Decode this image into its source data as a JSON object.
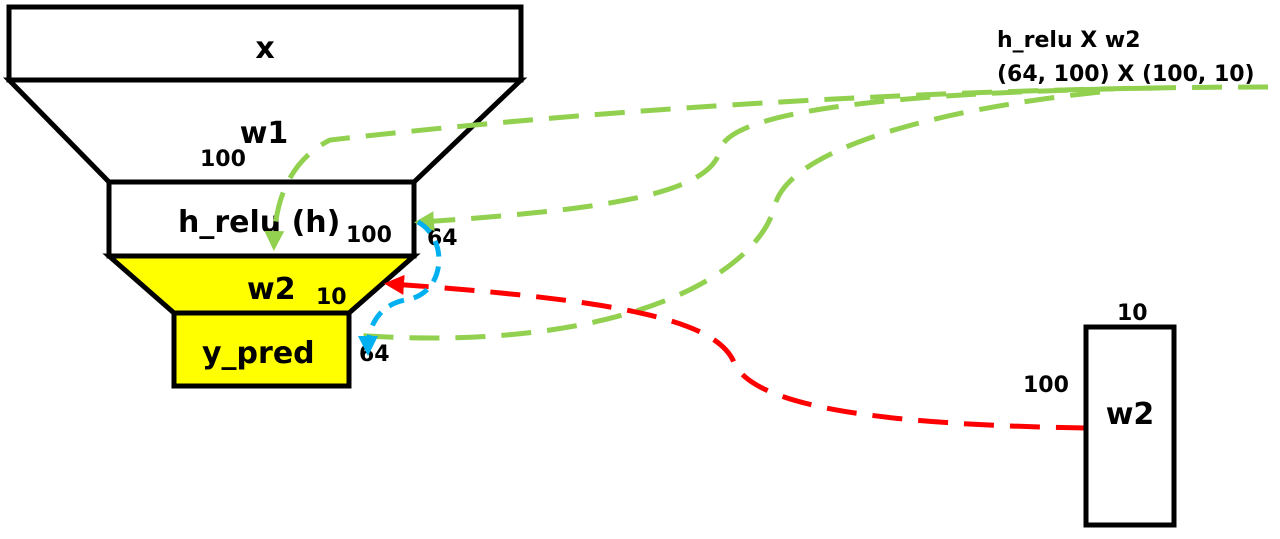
{
  "nodes": {
    "x": "x",
    "w1": "w1",
    "w1_dim": "100",
    "h_relu": "h_relu (h)",
    "h_relu_dim": "100",
    "h_relu_batch": "64",
    "w2": "w2",
    "w2_dim": "10",
    "y_pred": "y_pred",
    "y_pred_batch": "64"
  },
  "annotation": {
    "line1": "h_relu X w2",
    "line2": "(64, 100) X (100, 10)"
  },
  "matrix": {
    "label": "w2",
    "cols": "10",
    "rows": "100"
  },
  "colors": {
    "highlight_fill": "#ffff00",
    "green_arrow": "#92d050",
    "red_arrow": "#ff0000",
    "blue_arrow": "#00b0f0"
  }
}
